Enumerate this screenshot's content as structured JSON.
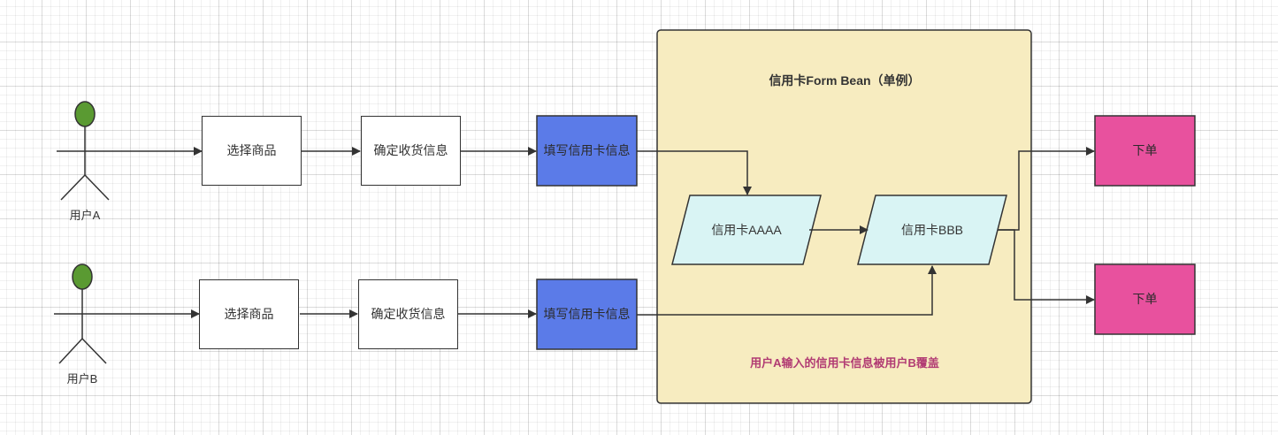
{
  "actors": {
    "a": {
      "label": "用户A"
    },
    "b": {
      "label": "用户B"
    }
  },
  "row_a": {
    "select": "选择商品",
    "confirm": "确定收货信息",
    "fill": "填写信用卡信息"
  },
  "row_b": {
    "select": "选择商品",
    "confirm": "确定收货信息",
    "fill": "填写信用卡信息"
  },
  "container": {
    "title": "信用卡Form Bean（单例）",
    "note": "用户A输入的信用卡信息被用户B覆盖"
  },
  "cards": {
    "a": "信用卡AAAA",
    "b": "信用卡BBB"
  },
  "orders": {
    "top": "下单",
    "bottom": "下单"
  },
  "colors": {
    "container_fill": "#f7ecc0",
    "container_stroke": "#333333",
    "blue_fill": "#5b7be8",
    "pink_fill": "#e8519e",
    "card_fill": "#d9f4f4",
    "actor_head": "#5a9a32",
    "note_text": "#b13b73",
    "line": "#333333"
  }
}
